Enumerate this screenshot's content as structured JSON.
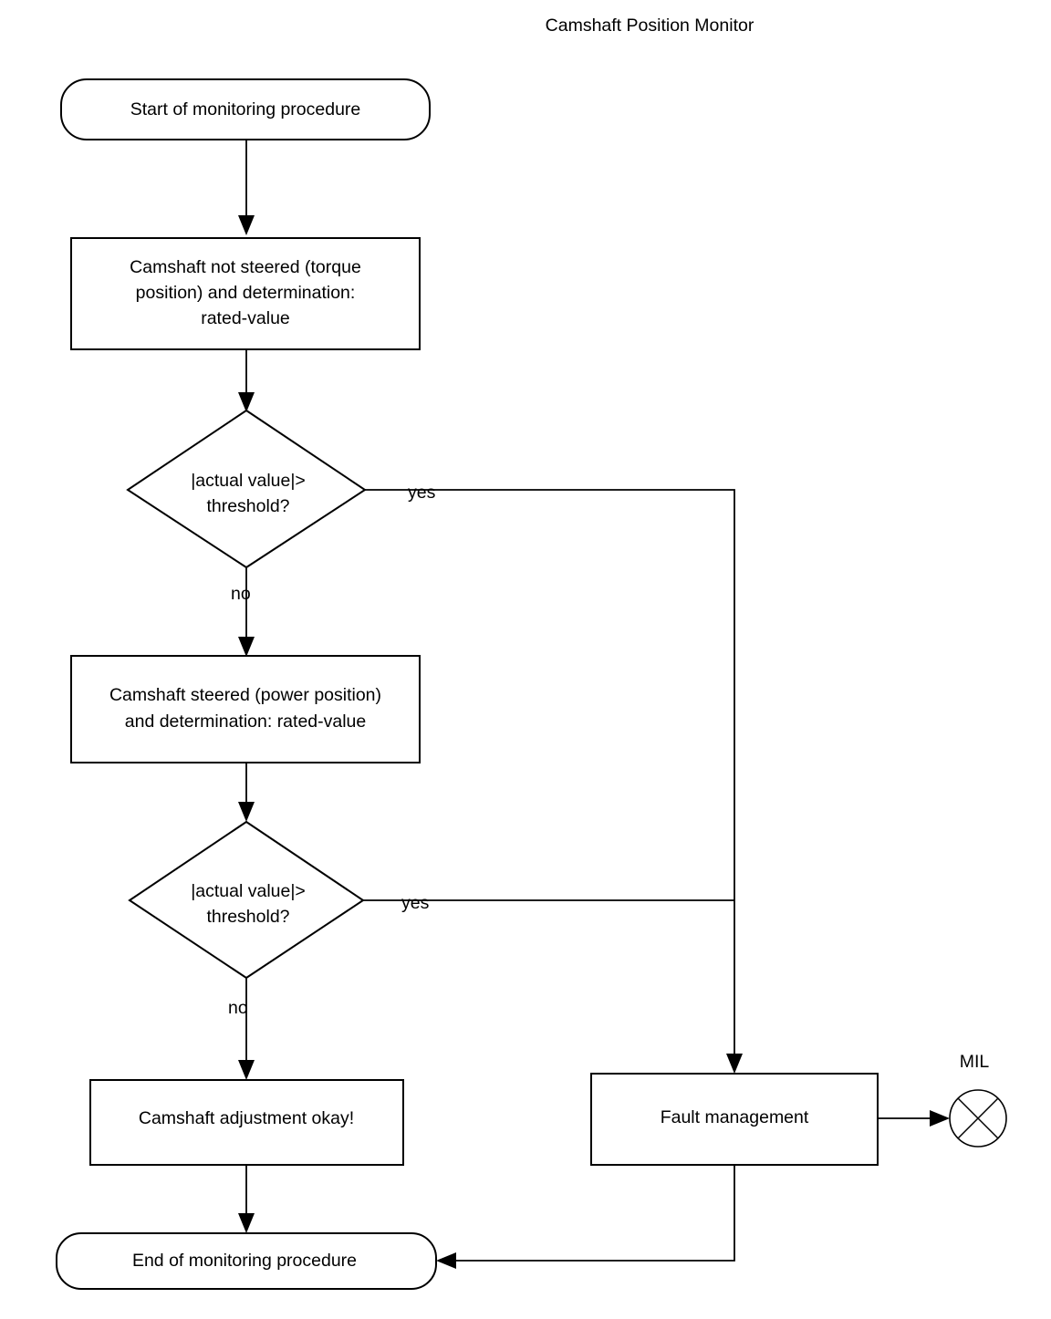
{
  "diagram": {
    "title": "Camshaft Position Monitor",
    "nodes": {
      "start": {
        "type": "terminator",
        "label": "Start of monitoring procedure"
      },
      "process_torque": {
        "type": "process",
        "line1": "Camshaft not steered (torque",
        "line2": "position) and determination:",
        "line3": "rated-value"
      },
      "decision_1": {
        "type": "decision",
        "line1": "|actual value|>",
        "line2": "threshold?"
      },
      "process_power": {
        "type": "process",
        "line1": "Camshaft steered (power position)",
        "line2": "and determination: rated-value"
      },
      "decision_2": {
        "type": "decision",
        "line1": "|actual value|>",
        "line2": "threshold?"
      },
      "adjustment_ok": {
        "type": "process",
        "label": "Camshaft adjustment okay!"
      },
      "fault_management": {
        "type": "process",
        "label": "Fault management"
      },
      "mil_lamp": {
        "type": "lamp",
        "label": "MIL"
      },
      "end": {
        "type": "terminator",
        "label": "End of monitoring procedure"
      }
    },
    "edge_labels": {
      "decision_1_yes": "yes",
      "decision_1_no": "no",
      "decision_2_yes": "yes",
      "decision_2_no": "no"
    },
    "colors": {
      "stroke": "#000000",
      "fill": "#ffffff",
      "text": "#000000"
    }
  }
}
